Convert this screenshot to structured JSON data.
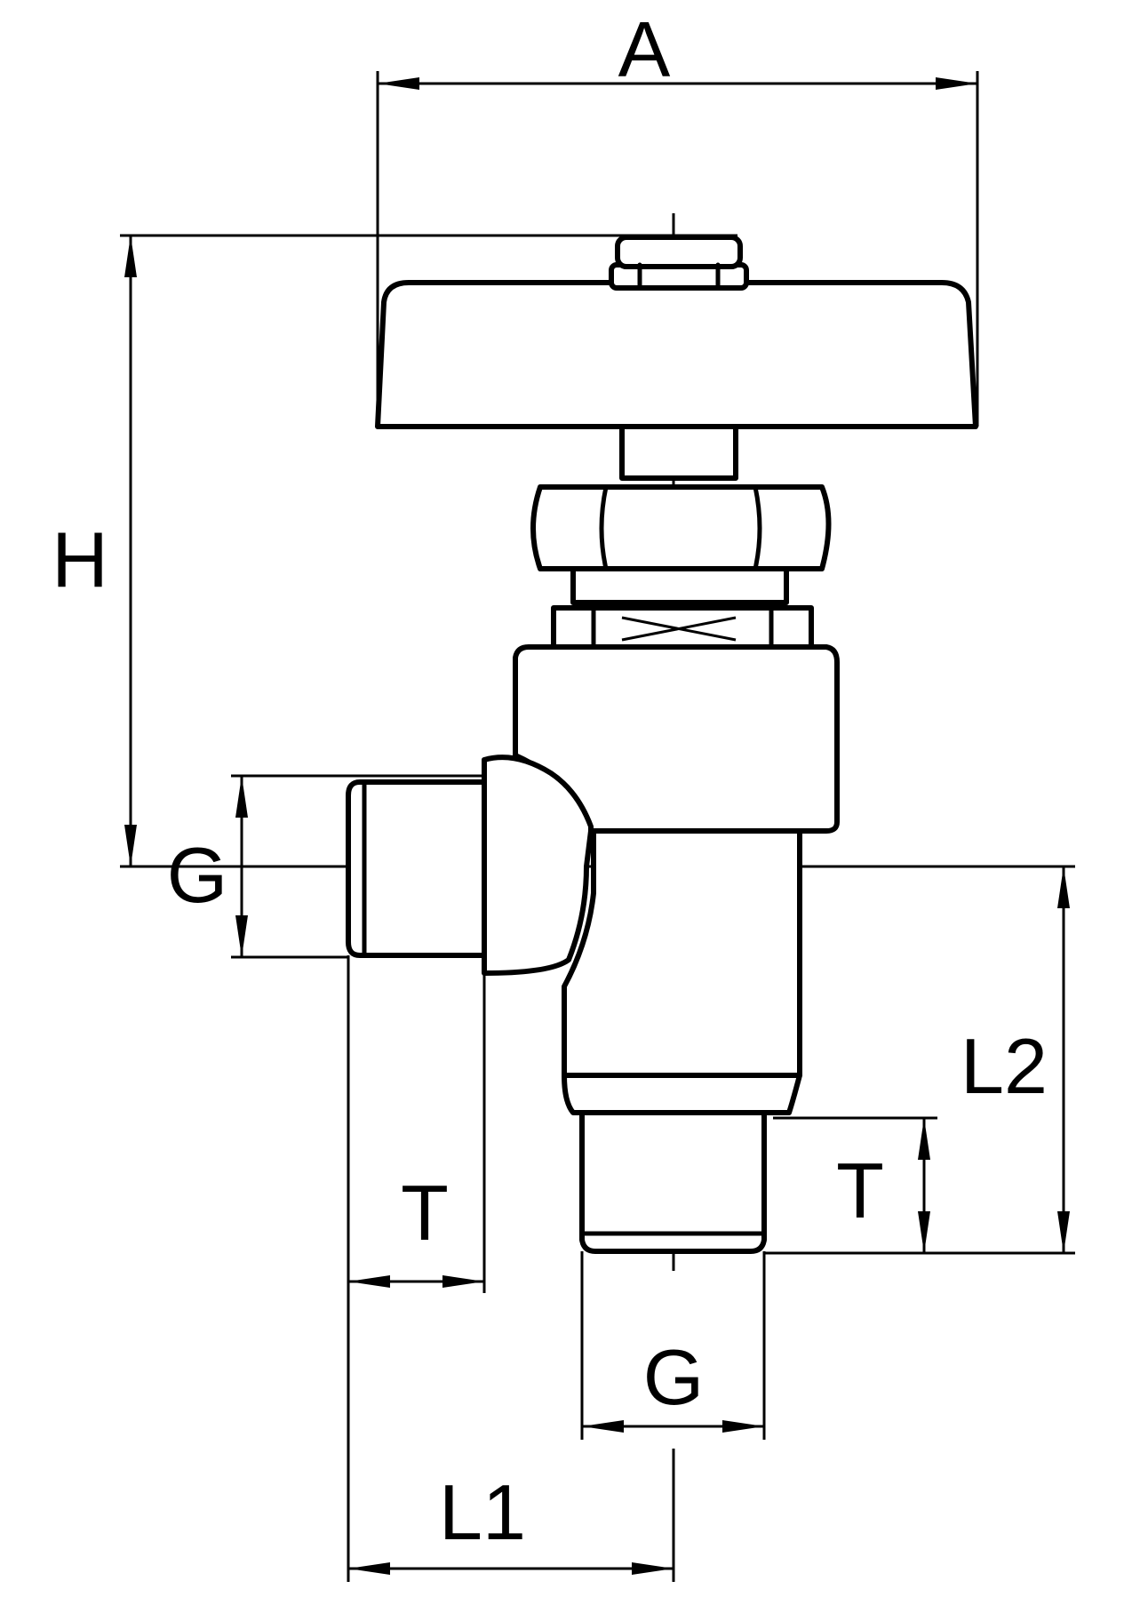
{
  "labels": {
    "A": "A",
    "H": "H",
    "G_left": "G",
    "G_bottom": "G",
    "L1": "L1",
    "L2": "L2",
    "T_left": "T",
    "T_right": "T"
  },
  "colors": {
    "line": "#000000",
    "background": "#ffffff"
  }
}
